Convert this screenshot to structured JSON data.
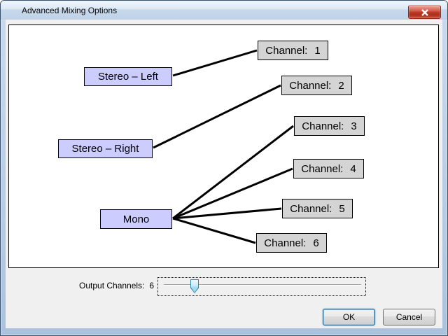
{
  "window": {
    "title": "Advanced Mixing Options"
  },
  "mixer": {
    "sources": [
      {
        "label": "Stereo – Left"
      },
      {
        "label": "Stereo – Right"
      },
      {
        "label": "Mono"
      }
    ],
    "channels": [
      {
        "label": "Channel:",
        "number": "1"
      },
      {
        "label": "Channel:",
        "number": "2"
      },
      {
        "label": "Channel:",
        "number": "3"
      },
      {
        "label": "Channel:",
        "number": "4"
      },
      {
        "label": "Channel:",
        "number": "5"
      },
      {
        "label": "Channel:",
        "number": "6"
      }
    ],
    "connections": [
      {
        "source": "Stereo – Left",
        "channel": 1
      },
      {
        "source": "Stereo – Right",
        "channel": 2
      },
      {
        "source": "Mono",
        "channel": 3
      },
      {
        "source": "Mono",
        "channel": 4
      },
      {
        "source": "Mono",
        "channel": 5
      },
      {
        "source": "Mono",
        "channel": 6
      }
    ]
  },
  "slider": {
    "label": "Output Channels:",
    "value": "6",
    "thumb_position_percent": 16
  },
  "buttons": {
    "ok": "OK",
    "cancel": "Cancel"
  },
  "colors": {
    "source_box": "#ccccff",
    "channel_box": "#d4d4d4",
    "connection_line": "#000000",
    "canvas_bg": "#ffffff",
    "dialog_bg": "#f0f0f0",
    "title_bar": "#c8d9ec",
    "close_button": "#bb3a26",
    "slider_thumb": "#a9ddf3"
  }
}
